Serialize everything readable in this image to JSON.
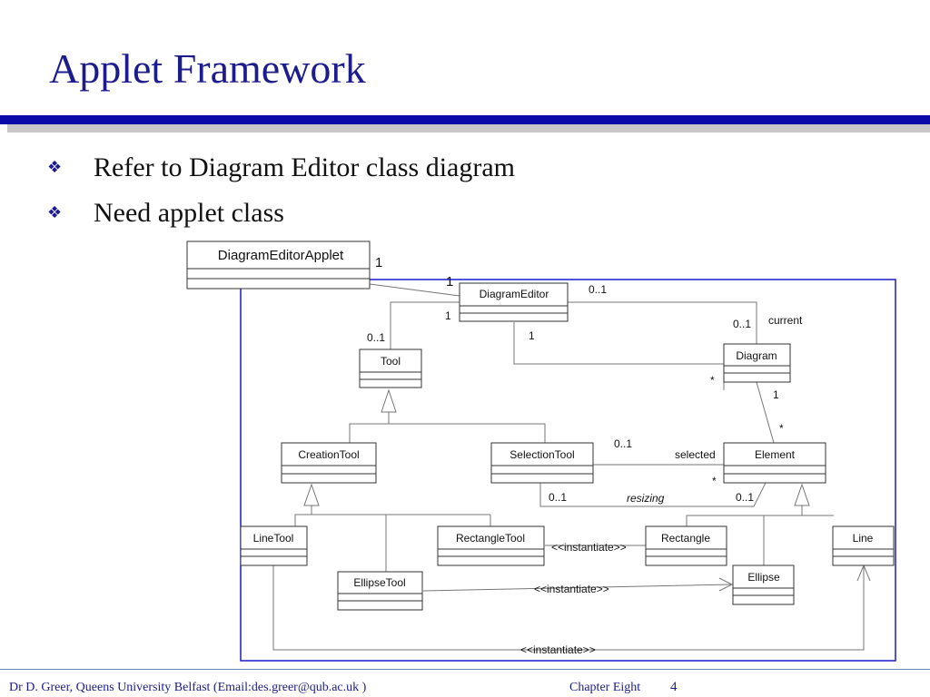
{
  "slide": {
    "title": "Applet Framework",
    "bullets": [
      "Refer to Diagram Editor class diagram",
      "Need applet class"
    ],
    "bullet_symbol": "❖"
  },
  "diagram": {
    "classes": {
      "applet": "DiagramEditorApplet",
      "editor": "DiagramEditor",
      "tool": "Tool",
      "diagram": "Diagram",
      "creation_tool": "CreationTool",
      "selection_tool": "SelectionTool",
      "element": "Element",
      "line_tool": "LineTool",
      "rectangle_tool": "RectangleTool",
      "rectangle": "Rectangle",
      "line": "Line",
      "ellipse_tool": "EllipseTool",
      "ellipse": "Ellipse"
    },
    "labels": {
      "applet_mult": "1",
      "editor_mult_applet": "1",
      "editor_diagram_mult_editor": "0..1",
      "editor_tool_mult_editor": "1",
      "tool_mult": "0..1",
      "editor_element_mult_editor": "1",
      "diagram_mult": "0..1",
      "current": "current",
      "element_mult_editor": "*",
      "diagram_element_mult_diagram": "1",
      "diagram_element_mult_element": "*",
      "selected_mult_tool": "0..1",
      "selected": "selected",
      "selected_mult_element": "*",
      "resizing_mult_tool": "0..1",
      "resizing": "resizing",
      "resizing_mult_element": "0..1",
      "instantiate_rect": "<<instantiate>>",
      "instantiate_ellipse": "<<instantiate>>",
      "instantiate_line": "<<instantiate>>"
    },
    "colors": {
      "frame": "#1a1acc",
      "lines": "#777777",
      "box": "#333333"
    }
  },
  "footer": {
    "author": "Dr D. Greer, Queens University Belfast (Email:des.greer@qub.ac.uk )",
    "chapter": "Chapter Eight",
    "page": "4"
  }
}
